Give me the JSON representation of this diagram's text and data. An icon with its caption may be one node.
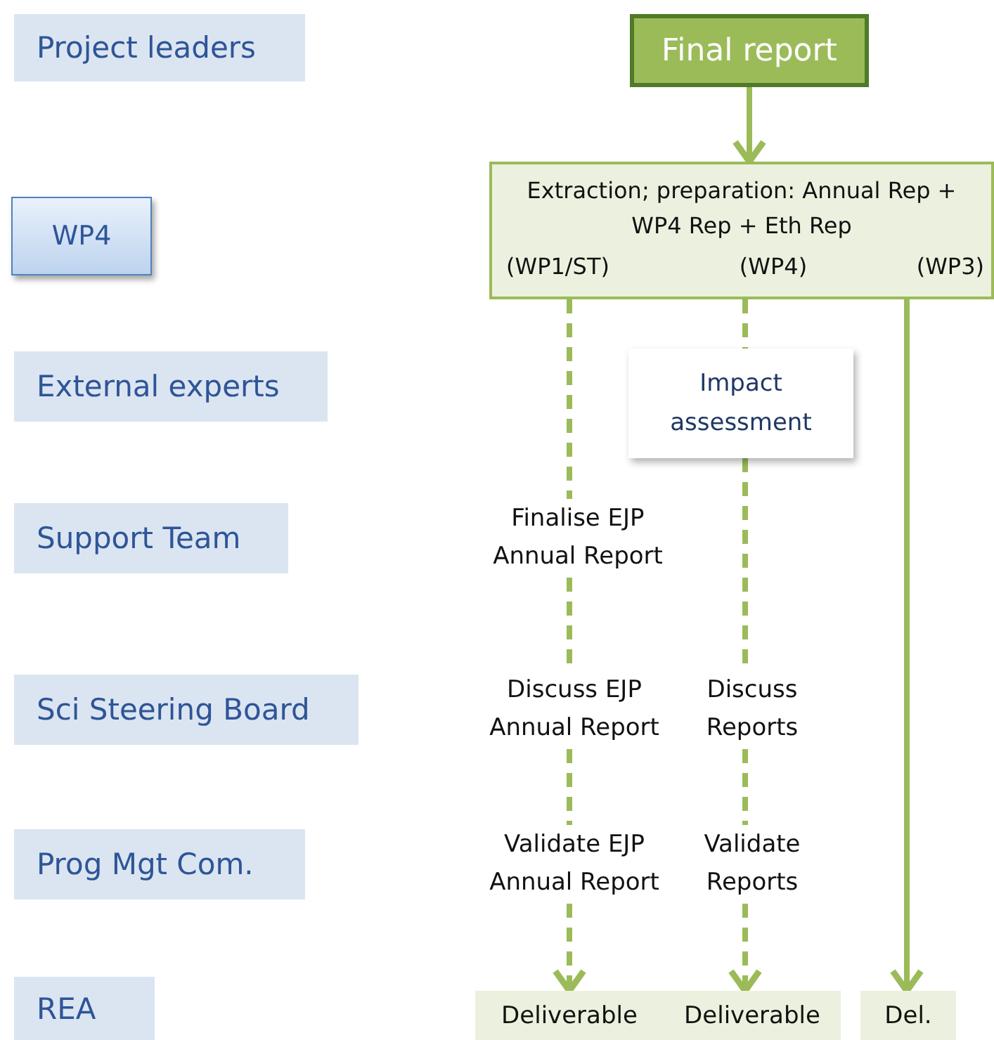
{
  "diagram": {
    "nodes": [
      {
        "text": [
          "Project leaders"
        ]
      },
      {
        "text": [
          "WP4"
        ]
      },
      {
        "text": [
          "External experts"
        ]
      },
      {
        "text": [
          "Support Team"
        ]
      },
      {
        "text": [
          "Sci Steering Board"
        ]
      },
      {
        "text": [
          "Prog Mgt Com."
        ]
      },
      {
        "text": [
          "REA"
        ]
      },
      {
        "text": [
          "Final report"
        ]
      },
      {
        "text": [
          "Extraction; preparation: Annual Rep + WP4 Rep + Eth Rep",
          "(WP1/ST)",
          "(WP4)",
          "(WP3)"
        ]
      },
      {
        "text": [
          "Impact assessment"
        ]
      },
      {
        "text": [
          "Finalise EJP Annual Report"
        ]
      },
      {
        "text": [
          "Discuss EJP Annual Report"
        ]
      },
      {
        "text": [
          "Discuss Reports"
        ]
      },
      {
        "text": [
          "Validate EJP Annual Report"
        ]
      },
      {
        "text": [
          "Validate Reports"
        ]
      },
      {
        "text": [
          "Deliverable"
        ]
      },
      {
        "text": [
          "Deliverable"
        ]
      },
      {
        "text": [
          "Del."
        ]
      }
    ],
    "edges": [
      {
        "from": 7,
        "to": 8,
        "arrow": "to"
      },
      {
        "from": 8,
        "to": 10,
        "arrow": "none",
        "style": "dashed"
      },
      {
        "from": 10,
        "to": 11,
        "arrow": "none",
        "style": "dashed"
      },
      {
        "from": 11,
        "to": 13,
        "arrow": "none",
        "style": "dashed"
      },
      {
        "from": 13,
        "to": 15,
        "arrow": "to",
        "style": "dashed"
      },
      {
        "from": 8,
        "to": 9,
        "arrow": "none",
        "style": "dashed"
      },
      {
        "from": 9,
        "to": 12,
        "arrow": "none",
        "style": "dashed"
      },
      {
        "from": 12,
        "to": 14,
        "arrow": "none",
        "style": "dashed"
      },
      {
        "from": 14,
        "to": 16,
        "arrow": "to",
        "style": "dashed"
      },
      {
        "from": 8,
        "to": 17,
        "arrow": "to"
      }
    ]
  }
}
